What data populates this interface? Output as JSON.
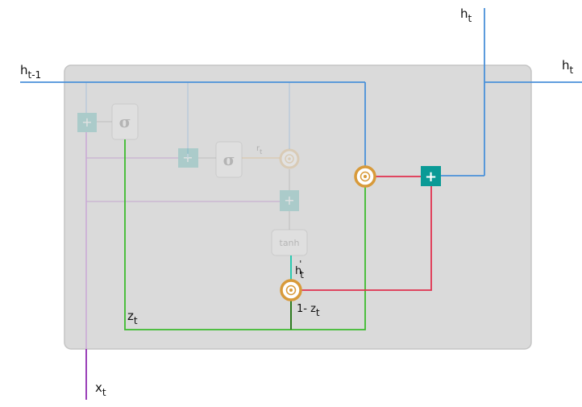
{
  "labels": {
    "h_prev": {
      "base": "h",
      "sub": "t-1"
    },
    "h_top": {
      "base": "h",
      "sub": "t"
    },
    "h_right": {
      "base": "h",
      "sub": "t"
    },
    "x": {
      "base": "x",
      "sub": "t"
    },
    "z": {
      "base": "z",
      "sub": "t"
    },
    "one_minus_z": {
      "base": "1- z",
      "sub": "t"
    },
    "h_cand": {
      "base": "h",
      "prime": "'",
      "sub": "t"
    },
    "r": {
      "base": "r",
      "sub": "t"
    }
  },
  "gates": {
    "sigma_symbol": "σ",
    "tanh_label": "tanh",
    "plus_symbol": "+"
  },
  "colors": {
    "hidden_line": "#4a90d9",
    "input_line": "#9a3fb8",
    "update_line": "#3dbb2e",
    "output_line": "#e0304e",
    "candidate_line": "#29c9b0",
    "one_minus_line": "#2d7a1f",
    "add_node": "#0a9a96",
    "mult_node": "#d89a3a",
    "cell_fill": "#dadada"
  },
  "icons": {
    "mult": "hadamard-product-icon",
    "add": "pointwise-add-icon"
  }
}
